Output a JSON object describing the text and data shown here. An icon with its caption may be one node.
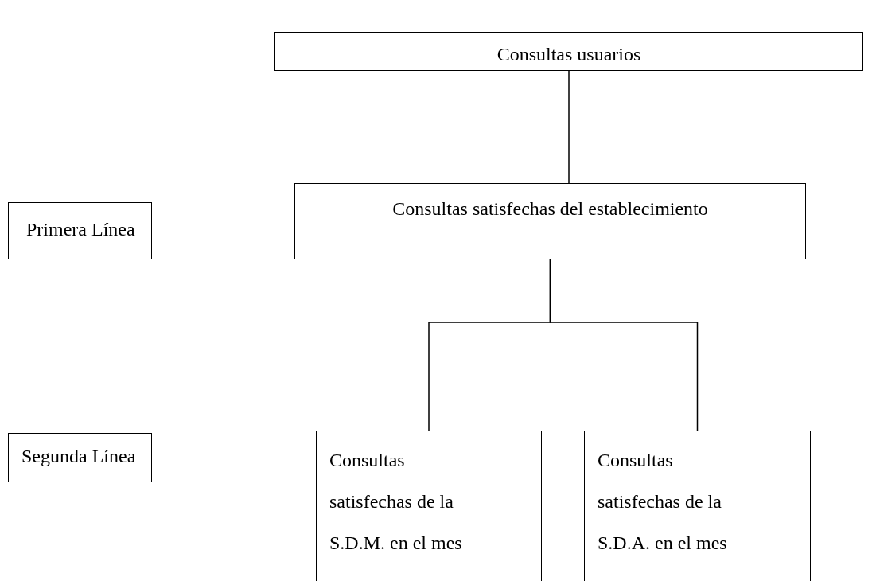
{
  "diagram": {
    "nodes": [
      {
        "text": [
          "Consultas usuarios"
        ]
      },
      {
        "text": [
          "Primera Línea"
        ]
      },
      {
        "text": [
          "Consultas satisfechas del establecimiento"
        ]
      },
      {
        "text": [
          "Segunda Línea"
        ]
      },
      {
        "text": [
          "Consultas satisfechas de la S.D.M. en el mes"
        ]
      },
      {
        "text": [
          "Consultas satisfechas de la S.D.A. en el mes"
        ]
      }
    ],
    "edges": [
      {
        "from": 0,
        "to": 2,
        "arrow": "none"
      },
      {
        "from": 2,
        "to": 4,
        "arrow": "none"
      },
      {
        "from": 2,
        "to": 5,
        "arrow": "none"
      }
    ]
  }
}
